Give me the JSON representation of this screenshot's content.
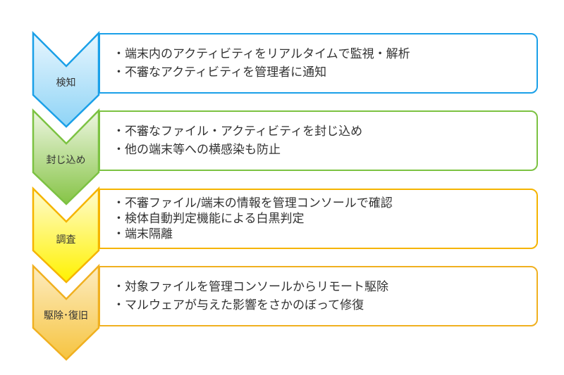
{
  "stages": [
    {
      "label": "検知",
      "color": "#1aa0e8",
      "fill_top": "#e8f6fe",
      "fill_bottom": "#8fd4f6",
      "items": [
        "・端末内のアクティビティをリアルタイムで監視・解析",
        "・不審なアクティビティを管理者に通知"
      ]
    },
    {
      "label": "封じ込め",
      "color": "#7cc242",
      "fill_top": "#eef6e2",
      "fill_bottom": "#86c446",
      "items": [
        "・不審なファイル・アクティビティを封じ込め",
        "・他の端末等への横感染も防止"
      ]
    },
    {
      "label": "調査",
      "color": "#f5b400",
      "fill_top": "#fffbd0",
      "fill_bottom": "#fff200",
      "items": [
        "・不審ファイル/端末の情報を管理コンソールで確認",
        "・検体自動判定機能による白黒判定",
        "・端末隔離"
      ]
    },
    {
      "label": "駆除･復旧",
      "color": "#f0b020",
      "fill_top": "#fdecc0",
      "fill_bottom": "#f6c440",
      "items": [
        "・対象ファイルを管理コンソールからリモート駆除",
        "・マルウェアが与えた影響をさかのぼって修復"
      ]
    }
  ]
}
